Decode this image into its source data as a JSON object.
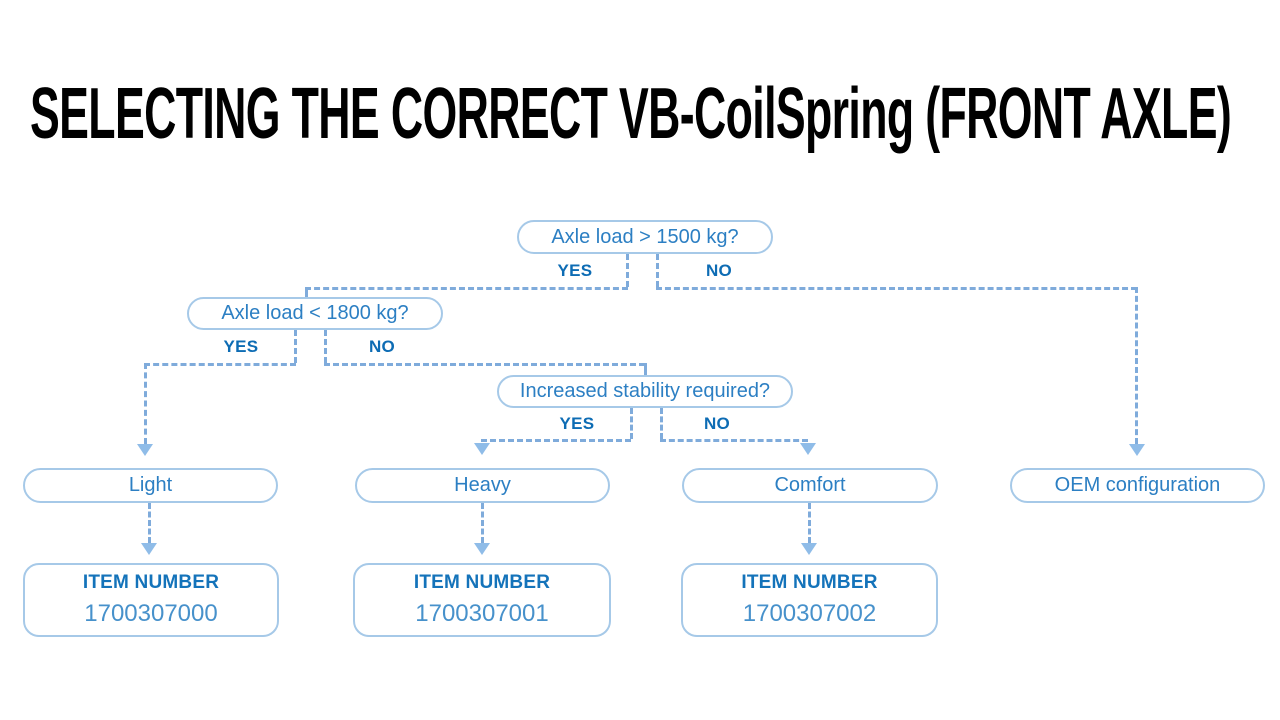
{
  "title": "SELECTING THE CORRECT VB-CoilSpring (FRONT AXLE)",
  "labels": {
    "yes": "YES",
    "no": "NO"
  },
  "nodes": {
    "root": {
      "label": "Axle load > 1500 kg?"
    },
    "load1800": {
      "label": "Axle load < 1800 kg?"
    },
    "stability": {
      "label": "Increased stability required?"
    },
    "light": {
      "label": "Light"
    },
    "heavy": {
      "label": "Heavy"
    },
    "comfort": {
      "label": "Comfort"
    },
    "oem": {
      "label": "OEM configuration"
    }
  },
  "items": [
    {
      "heading": "ITEM NUMBER",
      "number": "1700307000"
    },
    {
      "heading": "ITEM NUMBER",
      "number": "1700307001"
    },
    {
      "heading": "ITEM NUMBER",
      "number": "1700307002"
    }
  ],
  "colors": {
    "title": "#000000",
    "node-border": "#a6c9e8",
    "node-text": "#2c7fc3",
    "branch-text": "#0d6cb4",
    "line": "#7fabdb",
    "arrow": "#8fbce8",
    "item-heading": "#1473ba",
    "item-number": "#4791cb"
  }
}
